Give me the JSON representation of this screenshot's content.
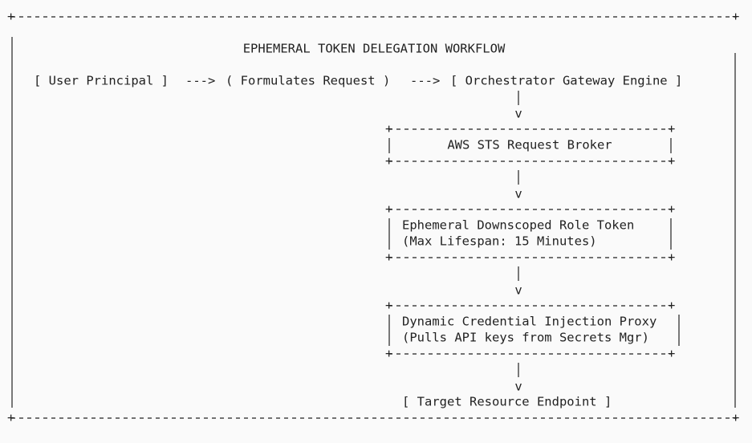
{
  "title": "EPHEMERAL TOKEN DELEGATION WORKFLOW",
  "flow": {
    "user_principal": "[ User Principal ]",
    "arrow_1": "--->",
    "formulates_request": "( Formulates Request )",
    "arrow_2": "--->",
    "orchestrator": "[ Orchestrator Gateway Engine ]"
  },
  "boxes": [
    {
      "lines": [
        "AWS STS Request Broker"
      ]
    },
    {
      "lines": [
        "Ephemeral Downscoped Role Token",
        "(Max Lifespan: 15 Minutes)"
      ]
    },
    {
      "lines": [
        "Dynamic Credential Injection Proxy",
        "(Pulls API keys from Secrets Mgr)"
      ]
    }
  ],
  "arrow_head": "v",
  "target": "[ Target Resource Endpoint ]"
}
